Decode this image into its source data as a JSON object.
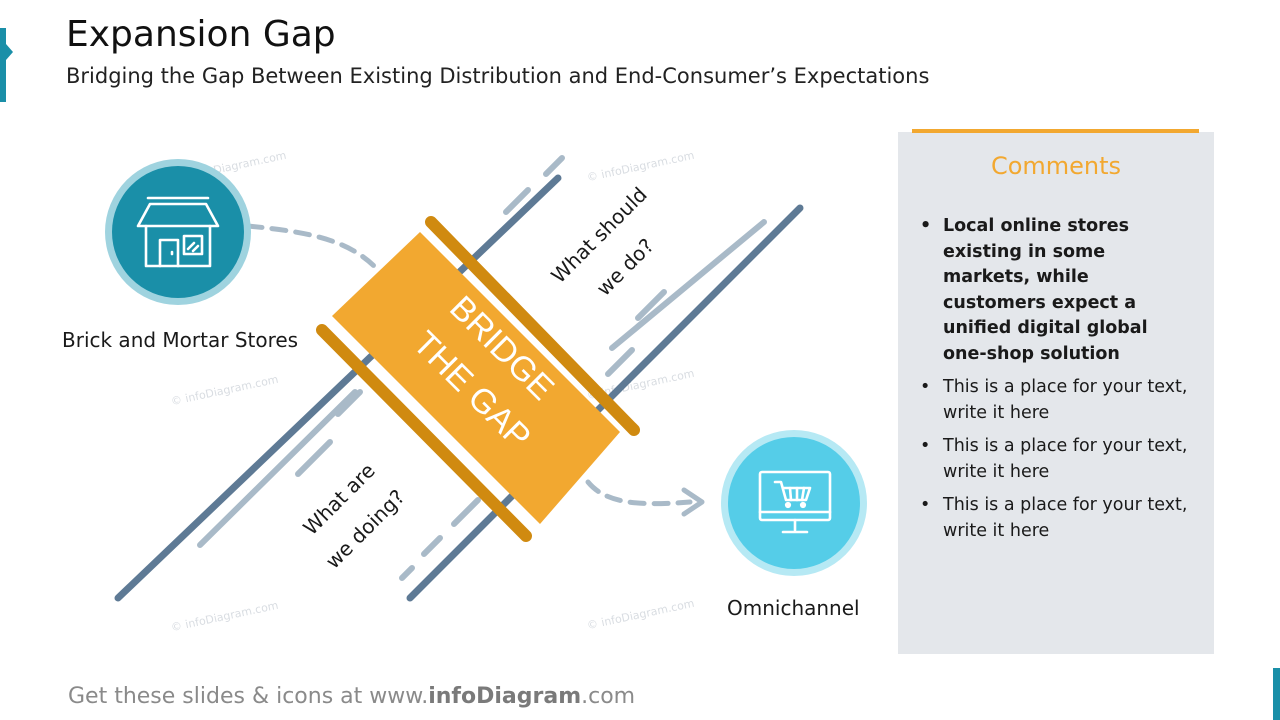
{
  "header": {
    "title": "Expansion Gap",
    "subtitle": "Bridging the Gap Between Existing Distribution and End-Consumer’s Expectations"
  },
  "diagram": {
    "left_node": {
      "label": "Brick and Mortar Stores",
      "icon": "store-icon"
    },
    "right_node": {
      "label": "Omnichannel",
      "icon": "computer-cart-icon"
    },
    "bridge": {
      "line1": "BRIDGE",
      "line2": "THE GAP"
    },
    "question_top": {
      "line1": "What should",
      "line2": "we do?"
    },
    "question_bottom": {
      "line1": "What are",
      "line2": "we doing?"
    },
    "watermark": "© infoDiagram.com"
  },
  "comments": {
    "title": "Comments",
    "items": [
      {
        "text": "Local online stores existing in some markets, while customers expect a unified digital global one-shop solution",
        "bold": true
      },
      {
        "text": "This is a place for your text, write it here",
        "bold": false
      },
      {
        "text": "This is a place for your text, write it here",
        "bold": false
      },
      {
        "text": "This is a place for your text, write it here",
        "bold": false
      }
    ]
  },
  "footer": {
    "prefix": "Get these slides & icons at www.",
    "brand": "infoDiagram",
    "suffix": ".com"
  },
  "colors": {
    "teal": "#1a8fa8",
    "light_blue": "#55cde8",
    "orange": "#f2a830",
    "dark_orange": "#d08a10",
    "slate": "#5e7a95",
    "light_slate": "#a9bac8",
    "panel": "#e4e7eb"
  }
}
